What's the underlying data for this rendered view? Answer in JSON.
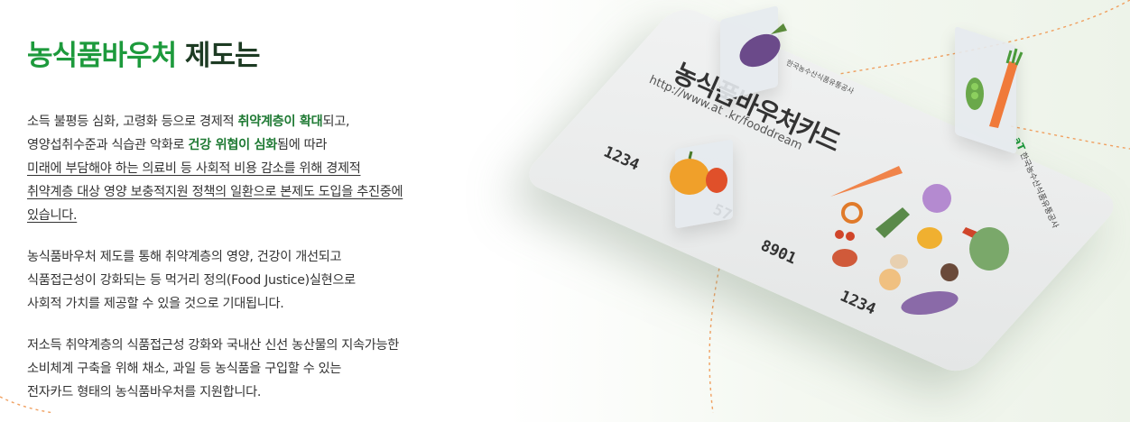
{
  "heading": {
    "part1": "농식품바우처",
    "part2": "제도는"
  },
  "paragraphs": [
    {
      "lines": [
        {
          "segs": [
            {
              "t": "소득 불평등 심화, 고령화 등으로 경제적 "
            },
            {
              "t": "취약계층이 확대",
              "s": "hl"
            },
            {
              "t": "되고,"
            }
          ]
        },
        {
          "segs": [
            {
              "t": "영양섭취수준과 식습관 악화로 "
            },
            {
              "t": "건강 위협이 심화",
              "s": "hl"
            },
            {
              "t": "됨에 따라"
            }
          ]
        },
        {
          "segs": [
            {
              "t": "미래에 부담해야 하는 의료비 등 사회적 비용 감소를 위해 경제적",
              "s": "ul"
            }
          ]
        },
        {
          "segs": [
            {
              "t": "취약계층 대상 영양 보충적지원 정책의 일환으로 본제도 도입을 추진중에",
              "s": "ul"
            }
          ]
        },
        {
          "segs": [
            {
              "t": "있습니다.",
              "s": "ul"
            }
          ]
        }
      ]
    },
    {
      "lines": [
        {
          "segs": [
            {
              "t": "농식품바우처 제도를 통해 취약계층의 영양, 건강이 개선되고"
            }
          ]
        },
        {
          "segs": [
            {
              "t": "식품접근성이 강화되는 등 먹거리 정의(Food Justice)실현으로"
            }
          ]
        },
        {
          "segs": [
            {
              "t": "사회적 가치를 제공할 수 있을 것으로 기대됩니다."
            }
          ]
        }
      ]
    },
    {
      "lines": [
        {
          "segs": [
            {
              "t": "저소득 취약계층의 식품접근성 강화와 국내산 신선 농산물의 지속가능한"
            }
          ]
        },
        {
          "segs": [
            {
              "t": "소비체계 구축을 위해 채소, 과일 등 농식품을 구입할 수 있는"
            }
          ]
        },
        {
          "segs": [
            {
              "t": "전자카드 형태의 농식품바우처를 지원합니다."
            }
          ]
        }
      ]
    }
  ],
  "card": {
    "title": "농식품바우처카드",
    "url": "http://www.at      .kr/fooddream",
    "issuer_top": "한국농수산식품유통공사",
    "issuer": "한국농수산식품유통공사",
    "issuer_logo": "aT",
    "numbers": [
      "1234",
      "57",
      "8901",
      "1234"
    ]
  },
  "colors": {
    "accent_green": "#1d9a3c",
    "dark_green": "#1d3b23",
    "highlight": "#1f7a34"
  },
  "icons": [
    "eggplant-icon",
    "pea-carrot-icon",
    "pumpkin-icon",
    "vegetables-icon"
  ]
}
